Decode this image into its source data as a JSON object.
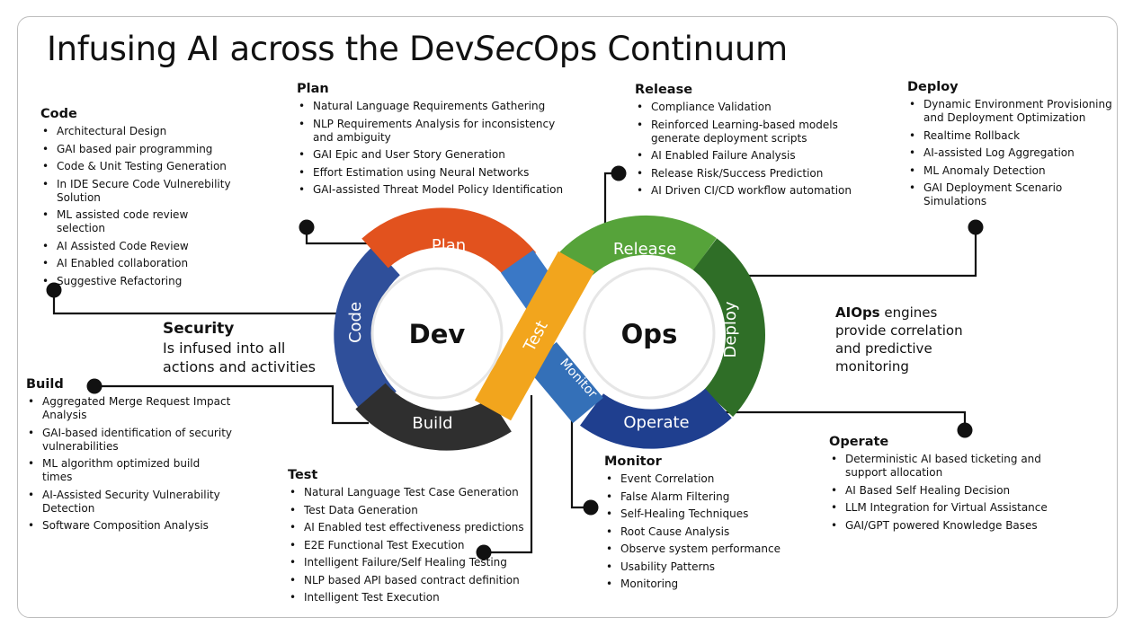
{
  "title_prefix": "Infusing AI across the Dev",
  "title_italic": "Sec",
  "title_suffix": "Ops Continuum",
  "diagram": {
    "dev": "Dev",
    "ops": "Ops",
    "segments": {
      "plan": "Plan",
      "code": "Code",
      "build": "Build",
      "test": "Test",
      "release": "Release",
      "deploy": "Deploy",
      "operate": "Operate",
      "monitor": "Monitor"
    },
    "colors": {
      "plan": "#e2521e",
      "code": "#2f4f9a",
      "build": "#2f2f2f",
      "test": "#f2a51d",
      "release": "#56a33a",
      "deploy": "#2f6e27",
      "operate": "#1f3f8f",
      "monitor": "#3470b8"
    }
  },
  "security": {
    "heading": "Security",
    "line1": "Is infused into all",
    "line2": "actions and activities"
  },
  "aiops": {
    "bold": "AIOps",
    "rest1": " engines",
    "line2": "provide correlation",
    "line3": "and predictive",
    "line4": "monitoring"
  },
  "sections": {
    "code": {
      "title": "Code",
      "items": [
        "Architectural Design",
        "GAI based pair programming",
        "Code & Unit Testing Generation",
        "In IDE Secure Code Vulnerebility Solution",
        "ML assisted code review selection",
        "AI Assisted Code Review",
        "AI Enabled collaboration",
        "Suggestive Refactoring"
      ]
    },
    "plan": {
      "title": "Plan",
      "items": [
        "Natural Language Requirements Gathering",
        "NLP Requirements Analysis for inconsistency and ambiguity",
        "GAI Epic and User Story Generation",
        "Effort Estimation using Neural Networks",
        "GAI-assisted Threat Model Policy Identification"
      ]
    },
    "release": {
      "title": "Release",
      "items": [
        "Compliance Validation",
        "Reinforced Learning-based models generate deployment scripts",
        "AI Enabled Failure Analysis",
        "Release Risk/Success Prediction",
        "AI Driven CI/CD workflow automation"
      ]
    },
    "deploy": {
      "title": "Deploy",
      "items": [
        "Dynamic Environment Provisioning and Deployment Optimization",
        "Realtime Rollback",
        "AI-assisted Log Aggregation",
        "ML Anomaly Detection",
        "GAI Deployment Scenario Simulations"
      ]
    },
    "build": {
      "title": "Build",
      "items": [
        "Aggregated Merge Request Impact Analysis",
        "GAI-based identification of security vulnerabilities",
        "ML algorithm optimized build times",
        "AI-Assisted Security Vulnerability Detection",
        "Software Composition Analysis"
      ]
    },
    "test": {
      "title": "Test",
      "items": [
        "Natural Language Test Case Generation",
        "Test Data Generation",
        "AI Enabled test effectiveness predictions",
        "E2E Functional Test Execution",
        "Intelligent Failure/Self Healing Testing",
        "NLP based API based contract definition",
        "Intelligent Test Execution"
      ]
    },
    "monitor": {
      "title": "Monitor",
      "items": [
        "Event Correlation",
        "False Alarm Filtering",
        "Self-Healing Techniques",
        "Root Cause Analysis",
        "Observe system performance",
        "Usability Patterns",
        "Monitoring"
      ]
    },
    "operate": {
      "title": "Operate",
      "items": [
        "Deterministic AI based ticketing and support allocation",
        "AI Based Self Healing Decision",
        "LLM Integration for Virtual Assistance",
        "GAI/GPT powered Knowledge Bases"
      ]
    }
  }
}
